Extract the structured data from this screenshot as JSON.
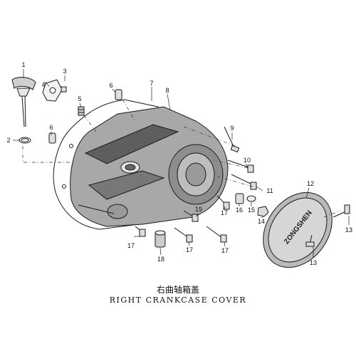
{
  "caption": {
    "cn": "右曲轴箱盖",
    "en": "RIGHT CRANKCASE COVER"
  },
  "cover_brand": "ZONGSHEN",
  "callouts": [
    "1",
    "2",
    "3",
    "4",
    "5",
    "6",
    "6",
    "7",
    "8",
    "9",
    "10",
    "11",
    "12",
    "13",
    "13",
    "14",
    "15",
    "16",
    "17",
    "17",
    "17",
    "17",
    "18",
    "19"
  ],
  "part_icons": [
    "dipstick-icon",
    "o-ring-icon",
    "valve-assembly-icon",
    "valve-body-icon",
    "breather-fitting-icon",
    "dowel-pin-icon",
    "dowel-pin-icon",
    "gasket-icon",
    "crankcase-cover-icon",
    "bolt-icon",
    "bolt-icon",
    "bolt-icon",
    "oval-cover-icon",
    "screw-icon",
    "screw-icon",
    "nut-icon",
    "washer-icon",
    "bushing-icon",
    "bolt-icon",
    "bolt-icon",
    "bolt-icon",
    "bolt-icon",
    "sleeve-icon",
    "bolt-icon"
  ]
}
